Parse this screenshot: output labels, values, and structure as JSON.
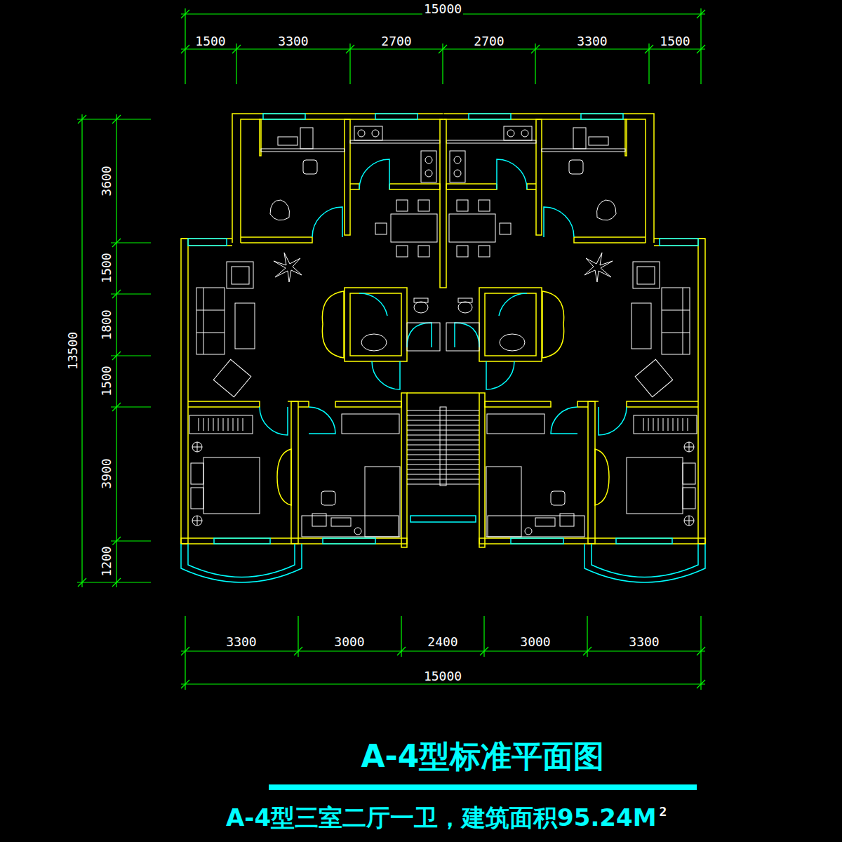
{
  "diagram": {
    "title": "A-4型标准平面图",
    "caption": "A-4型三室二厅一卫，建筑面积95.24M",
    "labels": [
      "15000",
      "1500",
      "3300",
      "2700",
      "2700",
      "3300",
      "1500",
      "3600",
      "1500",
      "1800",
      "1500",
      "3900",
      "1200",
      "13500",
      "3300",
      "3000",
      "2400",
      "3000",
      "3300",
      "15000",
      "2"
    ]
  }
}
